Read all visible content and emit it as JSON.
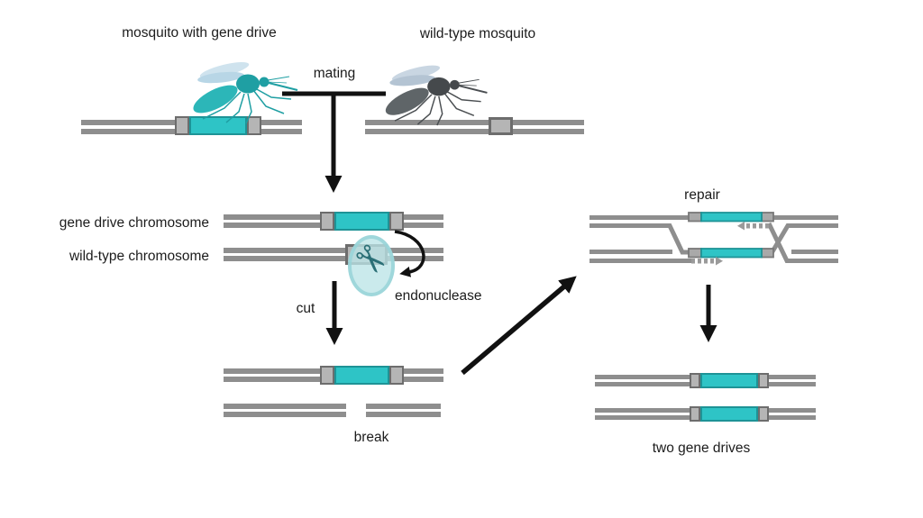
{
  "diagram": {
    "title_left": "mosquito with gene drive",
    "title_right": "wild-type mosquito",
    "labels": {
      "mating": "mating",
      "gene_drive_chromosome": "gene drive chromosome",
      "wild_type_chromosome": "wild-type chromosome",
      "endonuclease": "endonuclease",
      "cut": "cut",
      "break": "break",
      "repair": "repair",
      "two_gene_drives": "two gene drives"
    },
    "icons": {
      "scissors": "✂",
      "gene_drive_mosquito": "mosquito-icon-teal",
      "wild_type_mosquito": "mosquito-icon-gray"
    },
    "colors": {
      "gene_drive_teal": "#2ec4c6",
      "teal_border": "#1e9396",
      "chromosome_gray": "#8e8e8e",
      "flank_fill": "#b5b5b5",
      "flank_border": "#6d6d6d",
      "arrow_black": "#111111",
      "endonuclease_halo": "#bbe4e7",
      "scissors_teal": "#2a6f76"
    }
  }
}
